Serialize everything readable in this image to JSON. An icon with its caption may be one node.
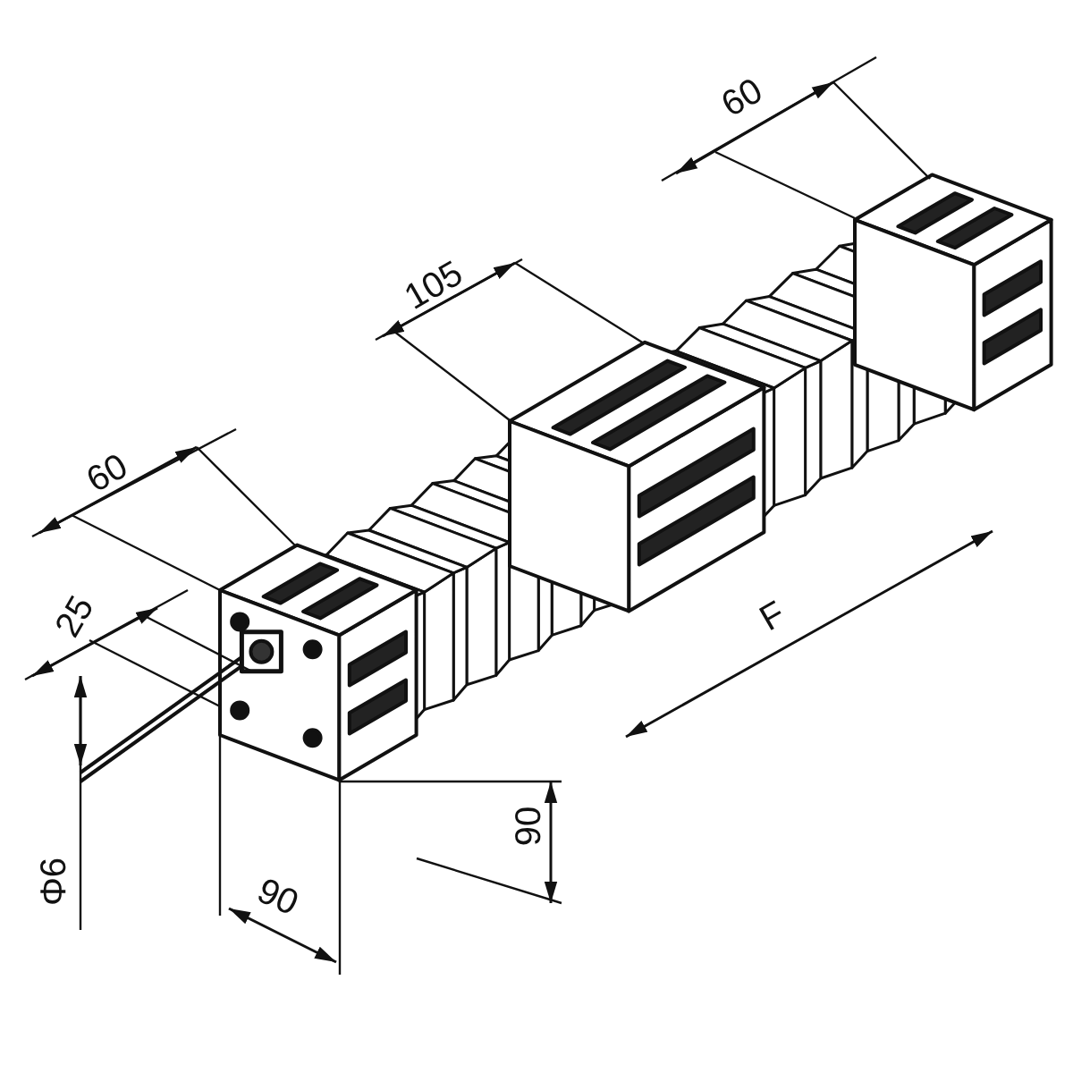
{
  "diagram": {
    "labels": [
      "60",
      "105",
      "60",
      "25",
      "F",
      "90",
      "Φ6",
      "90"
    ]
  }
}
